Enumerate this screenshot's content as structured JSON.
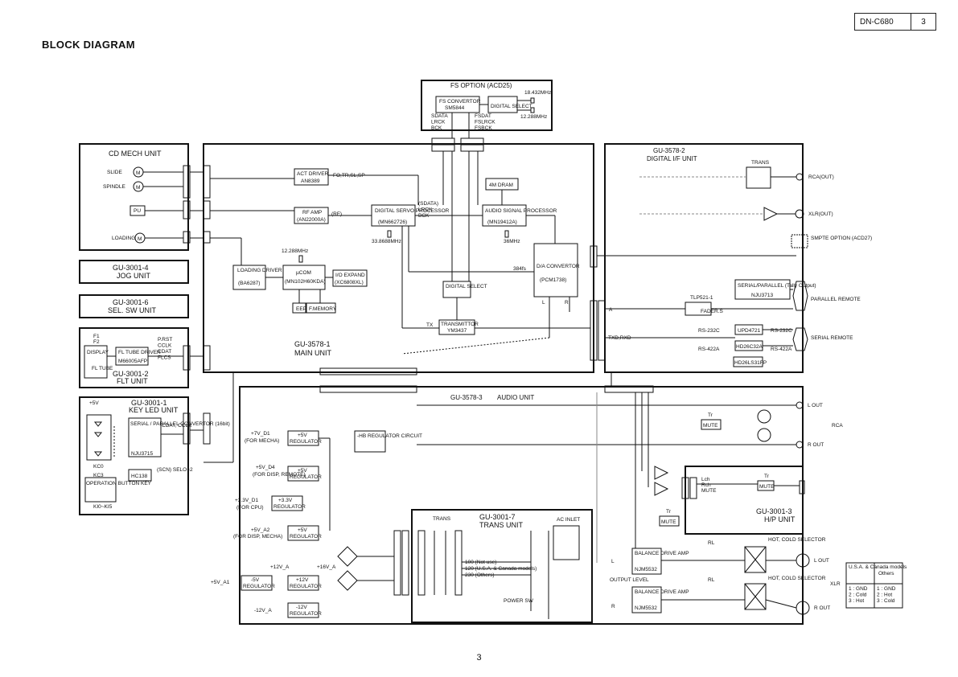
{
  "header": {
    "model": "DN-C680",
    "page": "3"
  },
  "title": "BLOCK DIAGRAM",
  "page_number": "3",
  "fs_option": {
    "title": "FS OPTION (ACD25)",
    "converter": "FS CONVERTOR",
    "converter_ic": "SM5844",
    "digital_select": "DIGITAL SELECT",
    "xtal1": "18.432MHz",
    "xtal2": "12.288MHz",
    "sig_left": "SDATA\nLRCK\nBCK",
    "sig_right": "FSDAT\nFSLRCK\nFSBCK"
  },
  "cd_mech": {
    "title": "CD MECH UNIT",
    "slide": "SLIDE",
    "spindle": "SPINDLE",
    "pu": "PU",
    "loading": "LOADING"
  },
  "jog": {
    "title": "GU-3001-4",
    "sub": "JOG UNIT"
  },
  "sel": {
    "title": "GU-3001-6",
    "sub": "SEL. SW UNIT"
  },
  "flt": {
    "title": "GU-3001-2",
    "sub": "FLT UNIT",
    "display": "DISPLAY",
    "fl_tube": "FL TUBE",
    "driver": "FL TUBE DRIVER",
    "driver_ic": "M66005AFP",
    "f1": "F1",
    "f2": "F2",
    "signals": "P.RST\nCCLK\nCDAT\nFLCS"
  },
  "keyled": {
    "title": "GU-3001-1",
    "sub": "KEY LED UNIT",
    "v5": "+5V",
    "serpar": "SERIAL / PARALLEL CONVERTOR (16bit)",
    "ic": "NJU3715",
    "kc0": "KC0",
    "kc3": "KC3",
    "hc138": "HC138",
    "sel2": "(SCN) SELO~2",
    "opbtn": "OPERATION BUTTON KEY",
    "ki": "KI0~KI5",
    "cdat": "CDAT, CCLK"
  },
  "main": {
    "title": "GU-3578-1",
    "sub": "MAIN UNIT",
    "act": "ACT DRIVER",
    "act_ic": "AN8389",
    "act_sig": "FO,TR,SL,SP",
    "rfamp": "RF AMP",
    "rfamp_ic": "(AN22000A)",
    "rf_sig": "(RF)",
    "dsp": "DIGITAL SERVO PROCESSOR",
    "dsp_ic": "(MN662726)",
    "dsp_xtal": "33.8688MHz",
    "asp": "AUDIO SIGNAL PROCESSOR",
    "asp_ic": "(MN19412A)",
    "asp_xtal": "36MHz",
    "dram": "4M DRAM",
    "sig3": "(SDATA)\nLRCK\nBCK",
    "loading_drv": "LOADING DRIVER",
    "loading_ic": "(BA6287)",
    "ucom": "µCOM",
    "ucom_ic": "(MN102H60KDA)",
    "ucom_xtal": "12.288MHz",
    "io": "I/O EXPAND",
    "io_ic": "(XC6808XL)",
    "eeprom": "EEPROM",
    "fmem": "F.MEMORY",
    "da": "D/A CONVERTOR",
    "da_ic": "(PCM1738)",
    "fs384": "384fs",
    "dsel": "DIGITAL SELECT",
    "tx": "TRANSMITTOR",
    "tx_ic": "YM3437",
    "tx_sig": "TX",
    "l": "L",
    "r": "R"
  },
  "digital_if": {
    "title": "GU-3578-2",
    "sub": "DIGITAL I/F UNIT",
    "trans": "TRANS",
    "rca_out": "RCA(OUT)",
    "xlr_out": "XLR(OUT)",
    "smpte": "SMPTE OPTION (ACD27)",
    "serpar": "SERIAL/PARALLEL (Tally Output)",
    "serpar_ic": "NJU3713",
    "tlp": "TLP521-1",
    "fader": "FADER.S",
    "a": "A",
    "parallel": "PARALLEL REMOTE",
    "rs232": "RS-232C",
    "rs232b": "RS-232C",
    "rs422": "RS-422A",
    "rs422b": "RS-422A",
    "upd": "UPD4721",
    "hd1": "HD26C32A",
    "hd2": "HD26LS31FP",
    "serial": "SERIAL REMOTE",
    "txdrxd": "TXD,RXD"
  },
  "audio": {
    "title": "GU-3578-3",
    "sub": "AUDIO UNIT",
    "tr": "Tr",
    "mute": "MUTE",
    "l_out": "L OUT",
    "r_out": "R OUT",
    "rca": "RCA",
    "v7d1": "+7V_D1",
    "mecha": "(FOR MECHA)",
    "reg5a": "+5V",
    "reg_word": "REGULATOR",
    "hb": "-HB REGULATOR CIRCUIT",
    "v5d4": "+5V_D4",
    "dsp": "(FOR DISP, REMOTE)",
    "reg5b": "+5V",
    "v33": "+3.3V_D1",
    "cpu": "(FOR CPU)",
    "reg33": "+3.3V",
    "v5a2": "+5V_A2",
    "dispmecha": "(FOR DISP, MECHA)",
    "reg5c": "+5V",
    "v12a": "+12V_A",
    "v16a": "+16V_A",
    "v5a1": "+5V_A1",
    "reg_m5": "-5V",
    "reg_p12": "+12V",
    "reg_m12": "-12V",
    "vm12": "-12V_A",
    "output_level": "OUTPUT LEVEL",
    "l": "L",
    "r": "R",
    "bal": "BALANCE DRIVE AMP",
    "bal_ic": "NJM5532",
    "rl": "RL",
    "hotcold": "HOT, COLD SELECTOR",
    "xlr": "XLR",
    "lout": "L OUT",
    "rout": "R OUT"
  },
  "trans_unit": {
    "title": "GU-3001-7",
    "sub": "TRANS UNIT",
    "trans": "TRANS",
    "ac": "AC INLET",
    "v100": "100 (Not use)",
    "v120": "120 (U.S.A. & Canada models)",
    "v230": "230 (Others)",
    "power": "POWER SW"
  },
  "hp": {
    "title": "GU-3001-3",
    "sub": "H/P UNIT",
    "lch": "Lch",
    "rch": "Rch",
    "mute": "MUTE",
    "tr": "Tr"
  },
  "legend": {
    "h1": "U.S.A. & Canada models",
    "h2": "Others",
    "c1": "1 : GND\n2 : Cold\n3 : Hot",
    "c2": "1 : GND\n2 : Hot\n3 : Cold"
  }
}
